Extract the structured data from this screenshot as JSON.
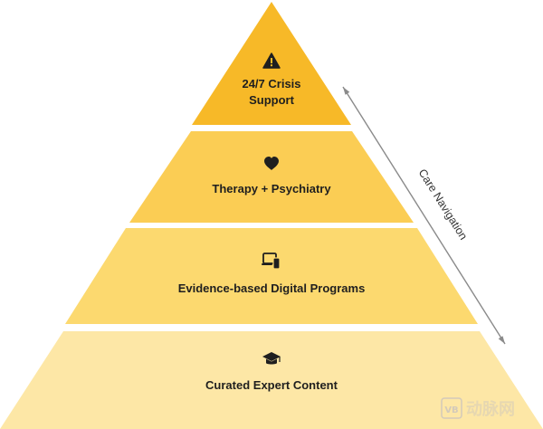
{
  "pyramid": {
    "colors": {
      "tier1": "#f7b928",
      "tier2": "#fbcd54",
      "tier3": "#fcd96f",
      "tier4": "#fde7a6",
      "icon": "#1f1f1f",
      "arrow": "#8a8a8a"
    },
    "tiers": [
      {
        "label_lines": [
          "24/7 Crisis",
          "Support"
        ],
        "icon": "warning-icon"
      },
      {
        "label_lines": [
          "Therapy + Psychiatry"
        ],
        "icon": "heart-icon"
      },
      {
        "label_lines": [
          "Evidence-based Digital Programs"
        ],
        "icon": "devices-icon"
      },
      {
        "label_lines": [
          "Curated Expert Content"
        ],
        "icon": "graduation-cap-icon"
      }
    ]
  },
  "side_label": "Care Navigation",
  "watermark": {
    "badge": "VB",
    "text": "动脉网"
  }
}
